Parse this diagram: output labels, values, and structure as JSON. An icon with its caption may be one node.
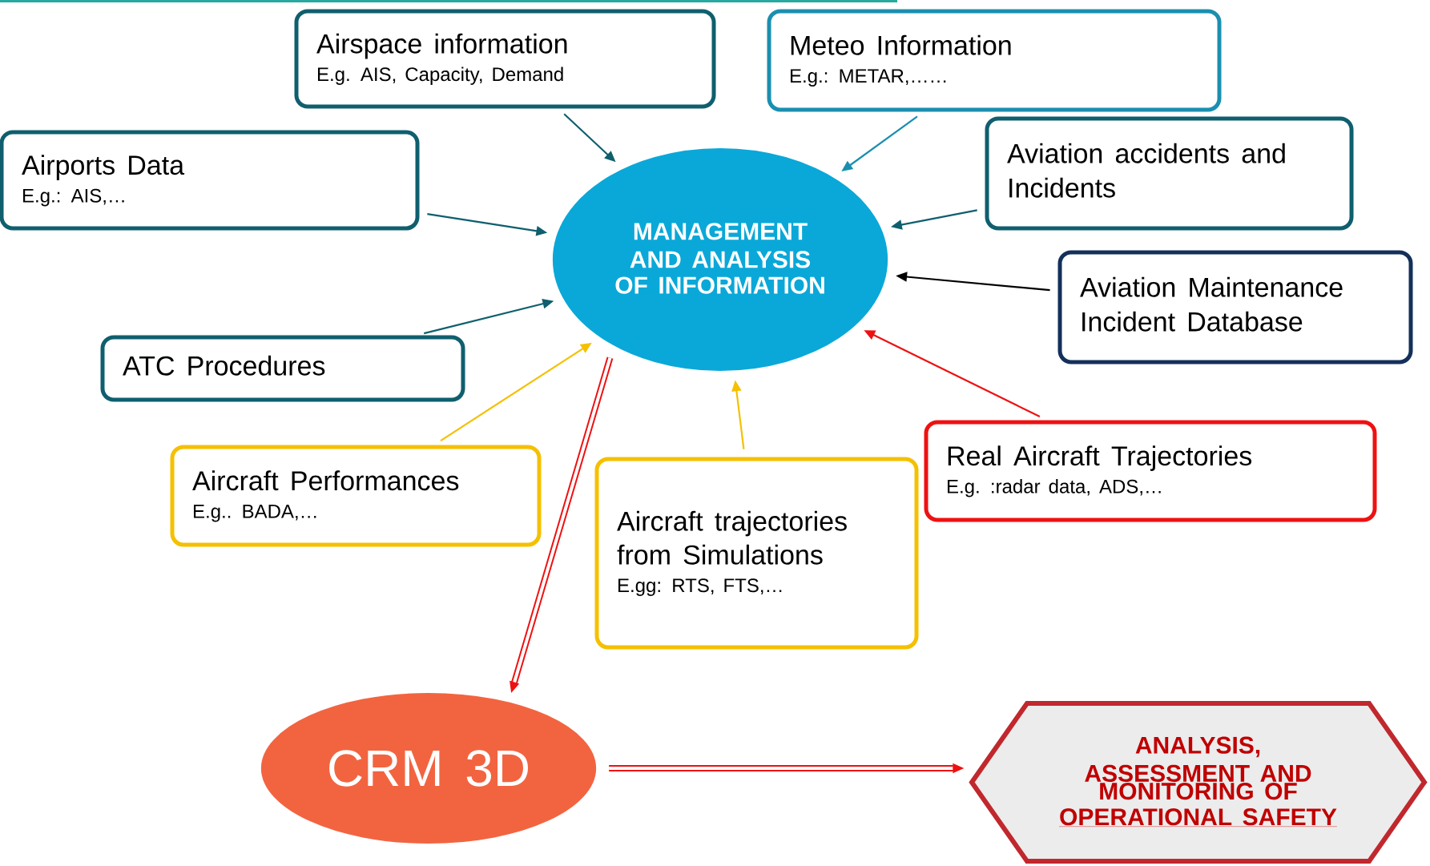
{
  "diagram": {
    "nodes": [
      {
        "text": [
          "Airspace information",
          "E.g. AIS, Capacity, Demand"
        ]
      },
      {
        "text": [
          "Meteo Information",
          "E.g.: METAR,……"
        ]
      },
      {
        "text": [
          "Airports Data",
          "E.g.: AIS,…"
        ]
      },
      {
        "text": [
          "Aviation accidents and Incidents"
        ]
      },
      {
        "text": [
          "Aviation Maintenance Incident Database"
        ]
      },
      {
        "text": [
          "ATC Procedures"
        ]
      },
      {
        "text": [
          "MANAGEMENT AND ANALYSIS OF INFORMATION"
        ]
      },
      {
        "text": [
          "Aircraft Performances",
          "E.g.. BADA,…"
        ]
      },
      {
        "text": [
          "Aircraft trajectories from Simulations",
          "E.gg: RTS, FTS,…"
        ]
      },
      {
        "text": [
          "Real Aircraft Trajectories",
          "E.g. :radar data, ADS,…"
        ]
      },
      {
        "text": [
          "CRM 3D"
        ]
      },
      {
        "text": [
          "ANALYSIS, ASSESSMENT AND MONITORING OF",
          "OPERATIONAL SAFETY"
        ]
      }
    ],
    "edges": [
      {
        "from": 0,
        "to": 6,
        "arrow": "to"
      },
      {
        "from": 1,
        "to": 6,
        "arrow": "to",
        "color": "#1a8fb0"
      },
      {
        "from": 2,
        "to": 6,
        "arrow": "to"
      },
      {
        "from": 3,
        "to": 6,
        "arrow": "to"
      },
      {
        "from": 4,
        "to": 6,
        "arrow": "to",
        "color": "#000000"
      },
      {
        "from": 5,
        "to": 6,
        "arrow": "to"
      },
      {
        "from": 7,
        "to": 6,
        "arrow": "to",
        "color": "#f5c000"
      },
      {
        "from": 8,
        "to": 6,
        "arrow": "to",
        "color": "#f5c000"
      },
      {
        "from": 9,
        "to": 6,
        "arrow": "to",
        "color": "#ee1111"
      },
      {
        "from": 6,
        "to": 10,
        "arrow": "to",
        "style": "thick",
        "color": "#ee1111"
      },
      {
        "from": 10,
        "to": 11,
        "arrow": "to",
        "style": "thick",
        "color": "#ee1111"
      }
    ]
  }
}
